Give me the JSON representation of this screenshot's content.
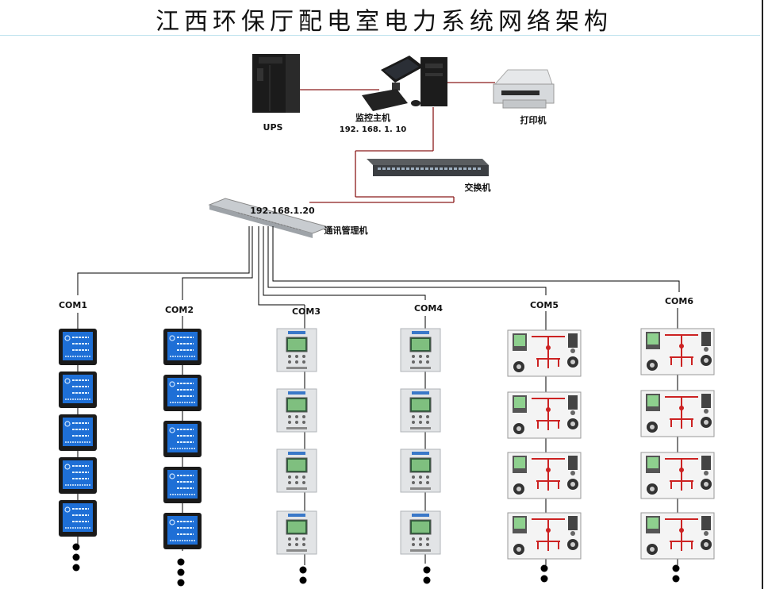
{
  "title": "江西环保厅配电室电力系统网络架构",
  "devices": {
    "ups_label": "UPS",
    "host_label": "监控主机",
    "host_ip": "192. 168. 1. 10",
    "printer_label": "打印机",
    "switch_label": "交换机",
    "manager_ip": "192.168.1.20",
    "manager_label": "通讯管理机"
  },
  "ports": [
    "COM1",
    "COM2",
    "COM3",
    "COM4",
    "COM5",
    "COM6"
  ],
  "colors": {
    "red_link": "#8b1a1a",
    "black_link": "#000000",
    "meter_screen": "#1e6fd6",
    "relay_body": "#e2e4e6",
    "panel_red": "#cc2222"
  }
}
